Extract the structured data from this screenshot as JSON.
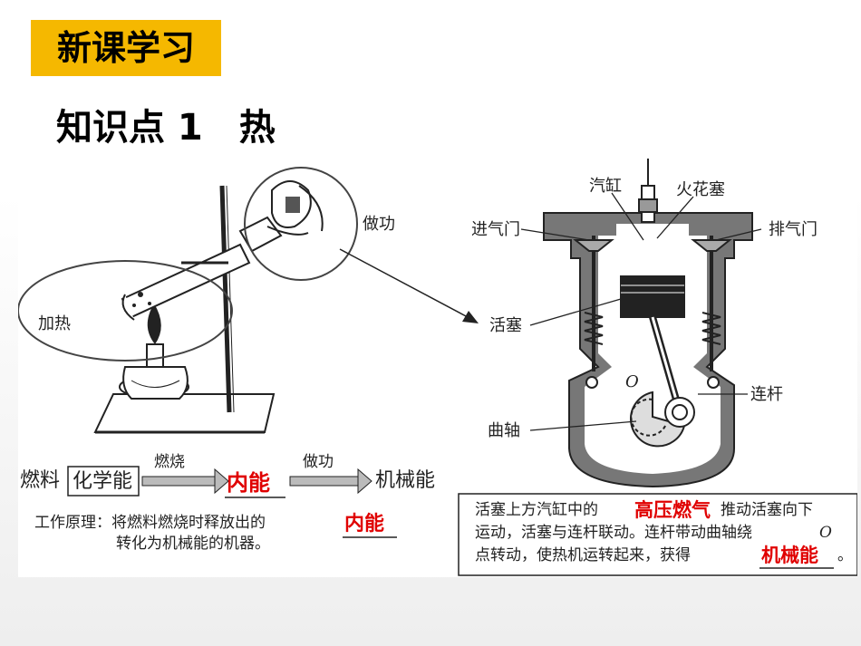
{
  "section_tag": "新课学习",
  "heading": "知识点 1　热",
  "left_diagram": {
    "label_work": "做功",
    "label_heat": "加热"
  },
  "flow": {
    "fuel": "燃料",
    "chem_energy": "化学能",
    "arrow1_label": "燃烧",
    "internal_energy": "内能",
    "arrow2_label": "做功",
    "mech_energy": "机械能"
  },
  "principle": {
    "prefix": "工作原理：将燃料燃烧时释放出的",
    "answer": "内能",
    "line2": "转化为机械能的机器。"
  },
  "engine": {
    "cylinder": "汽缸",
    "spark_plug": "火花塞",
    "intake_valve": "进气门",
    "exhaust_valve": "排气门",
    "piston": "活塞",
    "point_o": "O",
    "connecting_rod": "连杆",
    "crankshaft": "曲轴"
  },
  "description": {
    "part1": "活塞上方汽缸中的",
    "answer1": "高压燃气",
    "part2": "推动活塞向下",
    "line2": "运动，活塞与连杆联动。连杆带动曲轴绕",
    "o": "O",
    "line3": "点转动，使热机运转起来，获得",
    "answer2": "机械能",
    "end": "。"
  }
}
